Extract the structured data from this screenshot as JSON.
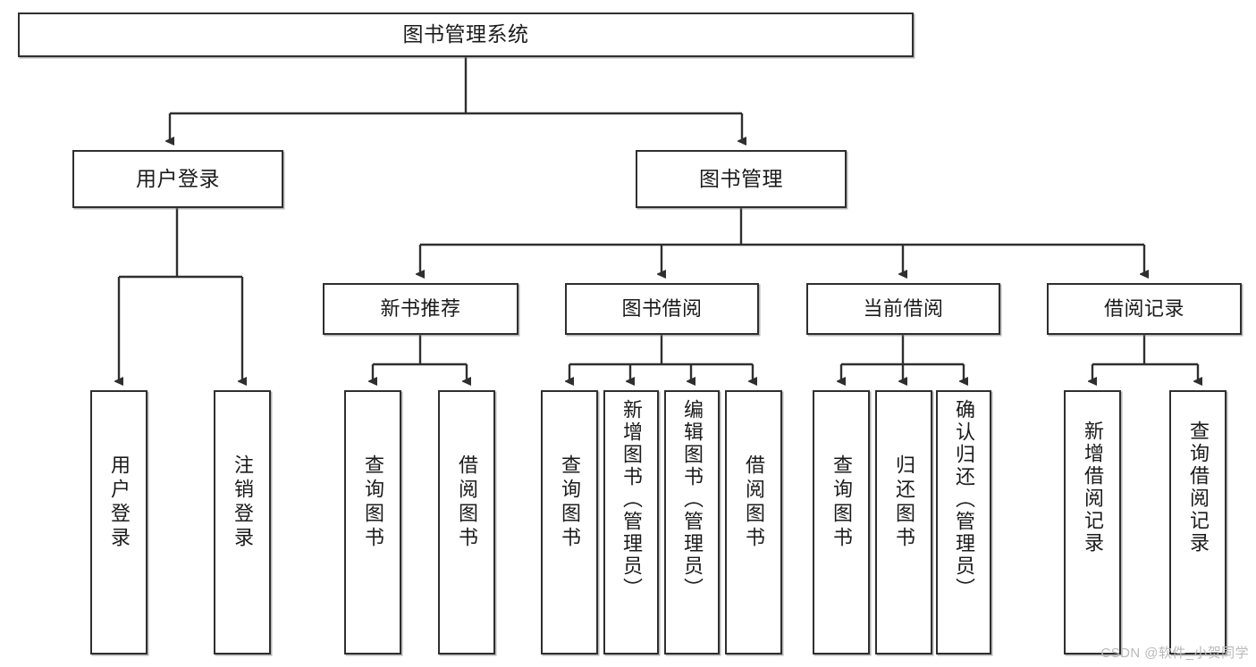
{
  "diagram": {
    "title": "图书管理系统",
    "type": "hierarchy-tree",
    "accent_color": "#2f2f2f",
    "background": "#ffffff",
    "root": {
      "label": "图书管理系统"
    },
    "level2": [
      {
        "label": "用户登录"
      },
      {
        "label": "图书管理"
      }
    ],
    "level3": [
      {
        "label": "新书推荐"
      },
      {
        "label": "图书借阅"
      },
      {
        "label": "当前借阅"
      },
      {
        "label": "借阅记录"
      }
    ],
    "leaves": {
      "user_login": [
        {
          "label": "用户登录"
        },
        {
          "label": "注销登录"
        }
      ],
      "new_book_recommend": [
        {
          "label": "查询图书"
        },
        {
          "label": "借阅图书"
        }
      ],
      "book_borrow": [
        {
          "label": "查询图书"
        },
        {
          "label": "新增图书（管理员）"
        },
        {
          "label": "编辑图书（管理员）"
        },
        {
          "label": "借阅图书"
        }
      ],
      "current_borrow": [
        {
          "label": "查询图书"
        },
        {
          "label": "归还图书"
        },
        {
          "label": "确认归还（管理员）"
        }
      ],
      "borrow_record": [
        {
          "label": "新增借阅记录"
        },
        {
          "label": "查询借阅记录"
        }
      ]
    }
  },
  "watermark": {
    "text": "CSDN @软件_小贺同学"
  }
}
